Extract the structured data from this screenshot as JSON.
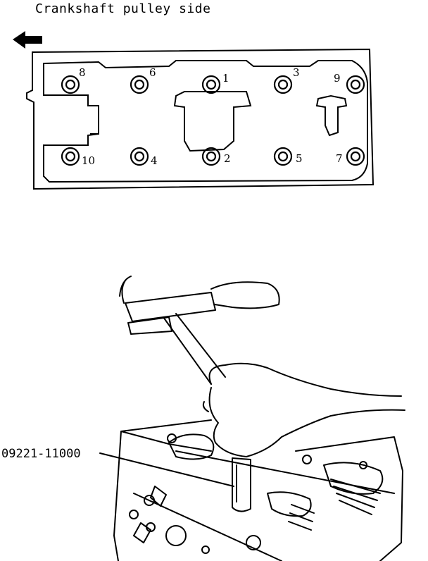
{
  "caption": "Crankshaft pulley side",
  "part_number": "09221-11000",
  "icons": {
    "direction": "left-arrow-icon"
  },
  "bolts": {
    "top_row": [
      "8",
      "6",
      "1",
      "3",
      "9"
    ],
    "bottom_row": [
      "10",
      "4",
      "2",
      "5",
      "7"
    ]
  }
}
